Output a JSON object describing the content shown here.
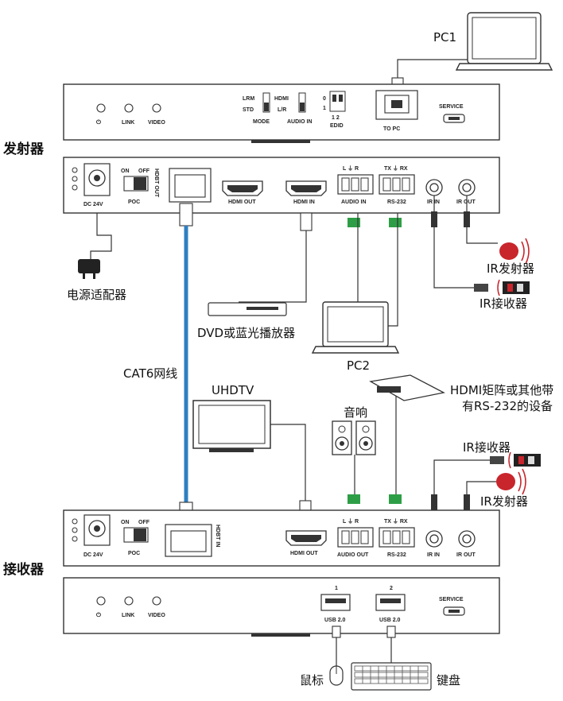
{
  "section_labels": {
    "transmitter": "发射器",
    "receiver": "接收器"
  },
  "devices": {
    "pc1": "PC1",
    "pc2": "PC2",
    "power_adapter": "电源适配器",
    "dvd_player": "DVD或蓝光播放器",
    "cable": "CAT6网线",
    "uhdtv": "UHDTV",
    "speakers": "音响",
    "hdmi_matrix_line1": "HDMI矩阵或其他带",
    "hdmi_matrix_line2": "有RS-232的设备",
    "ir_transmitter_tx": "IR发射器",
    "ir_receiver_tx": "IR接收器",
    "ir_receiver_rx": "IR接收器",
    "ir_transmitter_rx": "IR发射器",
    "mouse": "鼠标",
    "keyboard": "键盘"
  },
  "tx_front": {
    "power_symbol": "⏻",
    "link": "LINK",
    "video": "VIDEO",
    "lrm": "LRM",
    "std": "STD",
    "mode": "MODE",
    "hdmi": "HDMI",
    "lr": "L/R",
    "audio_in": "AUDIO IN",
    "edid_0": "0",
    "edid_1": "1",
    "edid_12": "1  2",
    "edid": "EDID",
    "to_pc": "TO PC",
    "service": "SERVICE"
  },
  "tx_rear": {
    "dc24v": "DC 24V",
    "on": "ON",
    "off": "OFF",
    "poc": "POC",
    "hdbt_out": "HDBT OUT",
    "hdmi_out": "HDMI OUT",
    "hdmi_in": "HDMI IN",
    "audio_lr": "L  ⏚  R",
    "audio_in": "AUDIO IN",
    "txrx": "TX ⏚ RX",
    "rs232": "RS-232",
    "ir_in": "IR IN",
    "ir_out": "IR OUT"
  },
  "rx_rear": {
    "dc24v": "DC 24V",
    "on": "ON",
    "off": "OFF",
    "poc": "POC",
    "hdbt_in": "HDBT IN",
    "hdmi_out": "HDMI OUT",
    "audio_lr": "L  ⏚  R",
    "audio_out": "AUDIO OUT",
    "txrx": "TX ⏚ RX",
    "rs232": "RS-232",
    "ir_in": "IR IN",
    "ir_out": "IR OUT"
  },
  "rx_front": {
    "power_symbol": "⏻",
    "link": "LINK",
    "video": "VIDEO",
    "usb1_num": "1",
    "usb2_num": "2",
    "usb1": "USB 2.0",
    "usb2": "USB 2.0",
    "service": "SERVICE"
  },
  "colors": {
    "cable": "#2f7fc1",
    "terminal": "#2e9e46",
    "ir_red": "#c9252c"
  }
}
